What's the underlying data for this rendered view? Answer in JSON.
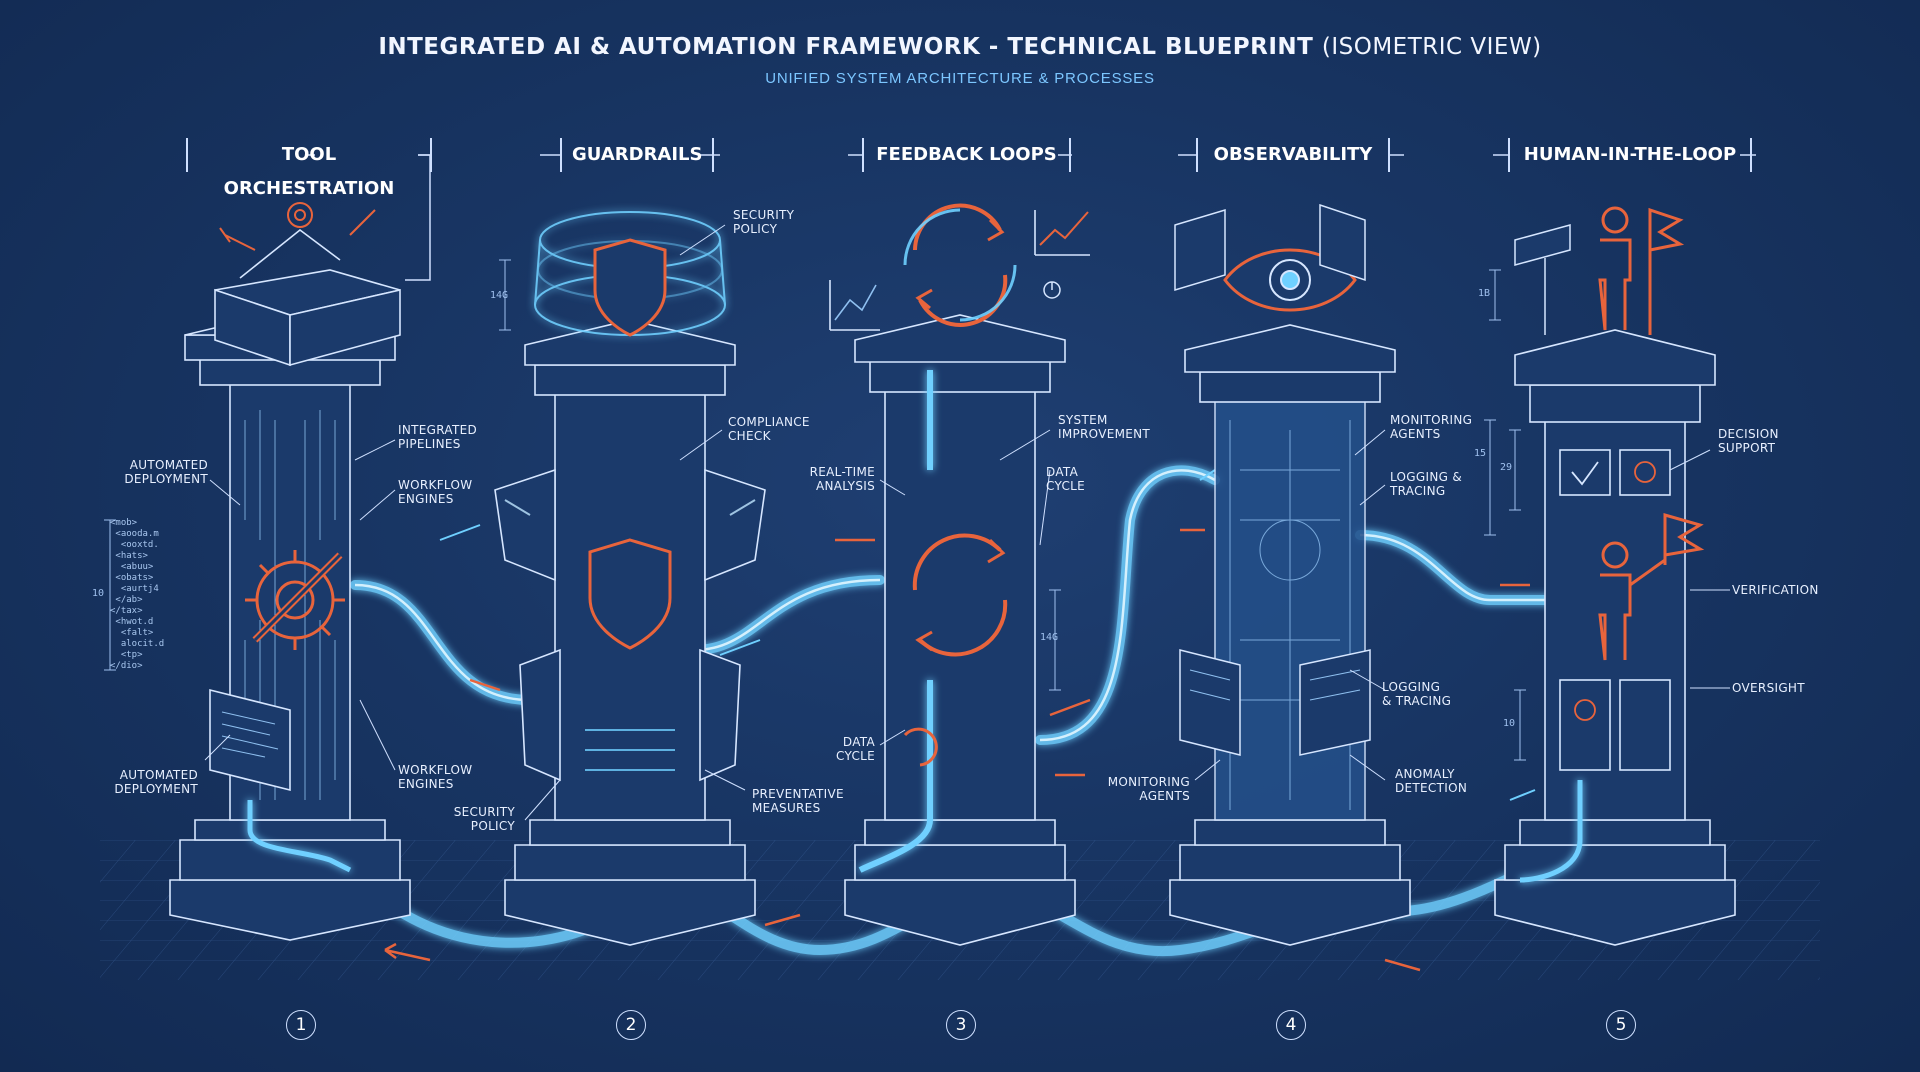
{
  "header": {
    "title_bold": "INTEGRATED AI & AUTOMATION FRAMEWORK - TECHNICAL BLUEPRINT",
    "title_light": "(ISOMETRIC VIEW)",
    "subtitle": "UNIFIED SYSTEM ARCHITECTURE & PROCESSES"
  },
  "colors": {
    "background": "#183563",
    "line": "#cfe0ff",
    "glow": "#6fd0ff",
    "accent": "#e8643c"
  },
  "pillars": [
    {
      "title": "TOOL ORCHESTRATION",
      "number": "1",
      "icons": [
        "toolbox-icon",
        "gear-wrench-icon",
        "code-screen-icon"
      ],
      "labels": [
        "INTEGRATED\nPIPELINES",
        "AUTOMATED\nDEPLOYMENT",
        "WORKFLOW\nENGINES",
        "AUTOMATED\nDEPLOYMENT",
        "WORKFLOW\nENGINES"
      ]
    },
    {
      "title": "GUARDRAILS",
      "number": "2",
      "icons": [
        "shield-icon",
        "shield-icon"
      ],
      "labels": [
        "SECURITY\nPOLICY",
        "COMPLIANCE\nCHECK",
        "SECURITY\nPOLICY",
        "PREVENTATIVE\nMEASURES"
      ]
    },
    {
      "title": "FEEDBACK LOOPS",
      "number": "3",
      "icons": [
        "cycle-arrows-icon",
        "line-chart-icon"
      ],
      "labels": [
        "SYSTEM\nIMPROVEMENT",
        "REAL-TIME\nANALYSIS",
        "DATA\nCYCLE",
        "DATA\nCYCLE"
      ]
    },
    {
      "title": "OBSERVABILITY",
      "number": "4",
      "icons": [
        "eye-icon",
        "dashboard-icon"
      ],
      "labels": [
        "MONITORING\nAGENTS",
        "LOGGING &\nTRACING",
        "LOGGING\n& TRACING",
        "MONITORING\nAGENTS",
        "ANOMALY\nDETECTION"
      ]
    },
    {
      "title": "HUMAN-IN-THE-LOOP",
      "number": "5",
      "icons": [
        "person-flag-icon",
        "person-flag-icon",
        "checkbox-icon"
      ],
      "labels": [
        "DECISION\nSUPPORT",
        "VERIFICATION",
        "OVERSIGHT"
      ]
    }
  ],
  "dimensions": [
    "10",
    "14G",
    "14G",
    "1B",
    "15",
    "29",
    "10"
  ],
  "code_snippet": "<mob>\n <aooda.m\n  <ooxtd.\n <hats>\n  <abuu>\n <obats>\n  <aurtj4\n </ab>\n</tax>\n <hwot.d\n  <falt>\n  alocit.d\n  <tp>\n</dio>"
}
